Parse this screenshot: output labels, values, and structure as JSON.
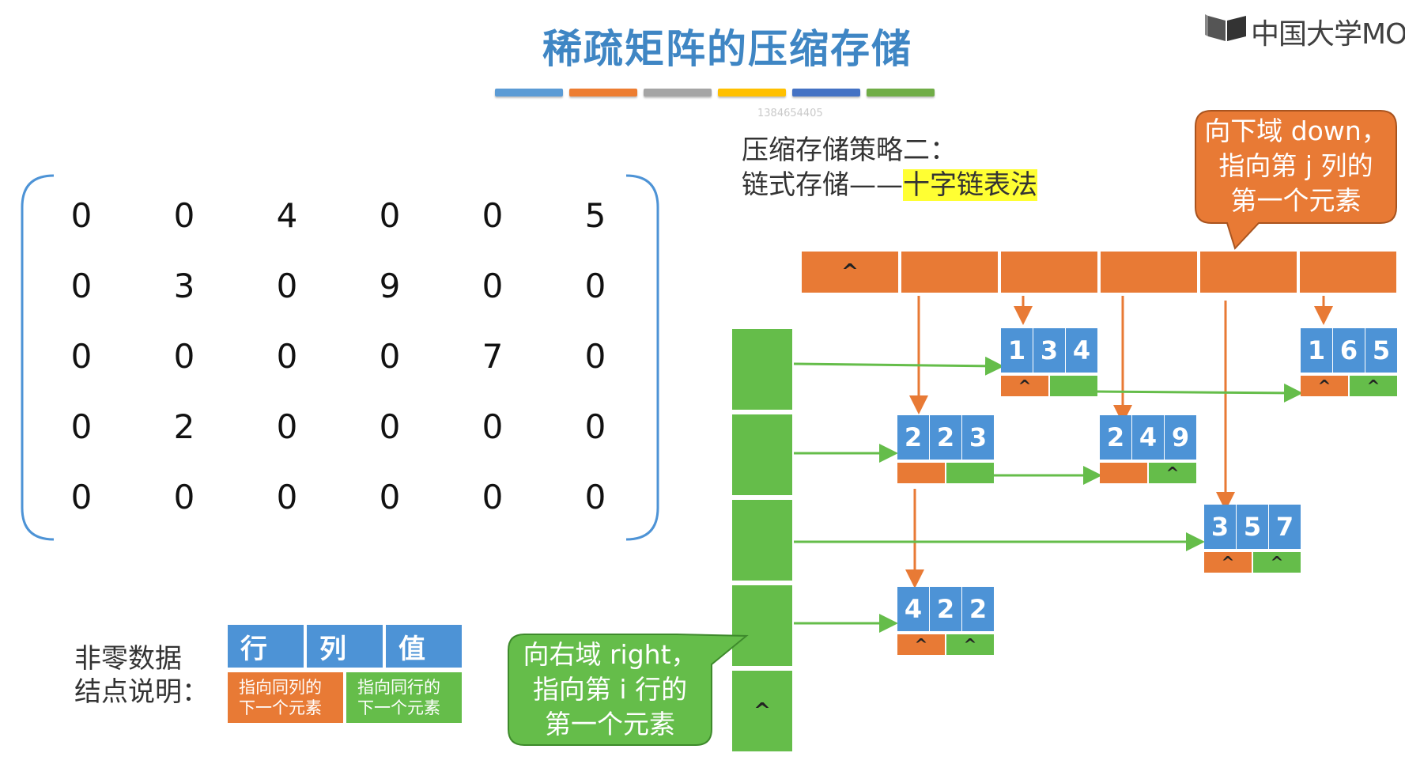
{
  "title": "稀疏矩阵的压缩存储",
  "colors": {
    "title_bars": [
      "#5b9bd5",
      "#ed7d31",
      "#a5a5a5",
      "#ffc000",
      "#4472c4",
      "#70ad47"
    ],
    "orange": "#e87a35",
    "green": "#65bd4a",
    "blue": "#4d93d6",
    "highlight": "#ffff33"
  },
  "watermark": "1384654405",
  "logo": {
    "text": "中国大学MOOC",
    "icon": "mooc-book-icon"
  },
  "strategy": {
    "line1": "压缩存储策略二：",
    "line2_prefix": "链式存储——",
    "line2_highlight": "十字链表法"
  },
  "matrix": [
    [
      "0",
      "0",
      "4",
      "0",
      "0",
      "5"
    ],
    [
      "0",
      "3",
      "0",
      "9",
      "0",
      "0"
    ],
    [
      "0",
      "0",
      "0",
      "0",
      "7",
      "0"
    ],
    [
      "0",
      "2",
      "0",
      "0",
      "0",
      "0"
    ],
    [
      "0",
      "0",
      "0",
      "0",
      "0",
      "0"
    ]
  ],
  "callout_down": [
    "向下域 down，",
    "指向第 j 列的",
    "第一个元素"
  ],
  "callout_right": [
    "向右域 right，",
    "指向第 i 行的",
    "第一个元素"
  ],
  "column_heads": [
    "^",
    "",
    "",
    "",
    "",
    ""
  ],
  "row_heads": [
    "",
    "",
    "",
    "",
    "^"
  ],
  "nodes": [
    {
      "values": [
        "1",
        "3",
        "4"
      ],
      "down": "^",
      "right": ""
    },
    {
      "values": [
        "1",
        "6",
        "5"
      ],
      "down": "^",
      "right": "^"
    },
    {
      "values": [
        "2",
        "2",
        "3"
      ],
      "down": "",
      "right": ""
    },
    {
      "values": [
        "2",
        "4",
        "9"
      ],
      "down": "",
      "right": "^"
    },
    {
      "values": [
        "3",
        "5",
        "7"
      ],
      "down": "^",
      "right": "^"
    },
    {
      "values": [
        "4",
        "2",
        "2"
      ],
      "down": "^",
      "right": "^"
    }
  ],
  "legend": {
    "label_line1": "非零数据",
    "label_line2": "结点说明：",
    "headers": [
      "行",
      "列",
      "值"
    ],
    "down_desc": [
      "指向同列的",
      "下一个元素"
    ],
    "right_desc": [
      "指向同行的",
      "下一个元素"
    ]
  }
}
